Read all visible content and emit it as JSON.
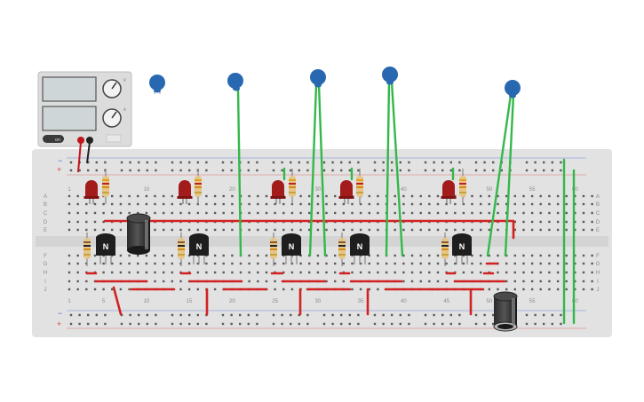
{
  "canvas": {
    "background": "#ffffff"
  },
  "breadboard": {
    "top_column_numbers": [
      "1",
      "10",
      "20",
      "30",
      "40",
      "50",
      "55",
      "60"
    ],
    "bottom_column_numbers": [
      "1",
      "5",
      "10",
      "15",
      "20",
      "25",
      "30",
      "35",
      "40",
      "45",
      "50",
      "55",
      "60"
    ],
    "row_letters_left": [
      "A",
      "B",
      "C",
      "D",
      "E",
      "F",
      "G",
      "H",
      "I",
      "J"
    ],
    "row_letters_right": [
      "A",
      "B",
      "C",
      "D",
      "E",
      "F",
      "G",
      "H",
      "I",
      "J"
    ],
    "rail_minus": "−",
    "rail_plus": "+",
    "colors": {
      "board": "#e2e2e2",
      "hole": "#5a5a5a",
      "rail_red": "#d44a4a",
      "rail_blue": "#4a6ed4",
      "wire_red": "#d22222",
      "wire_green": "#33b84a"
    }
  },
  "power_supply": {
    "button_label": "on",
    "knob_labels": [
      "V",
      "A"
    ]
  },
  "transistor_label": "N",
  "components": {
    "capacitor_color": "#2868b0",
    "led_color": "#a21c1c",
    "electrolytic_color": "#1e1e1e"
  }
}
